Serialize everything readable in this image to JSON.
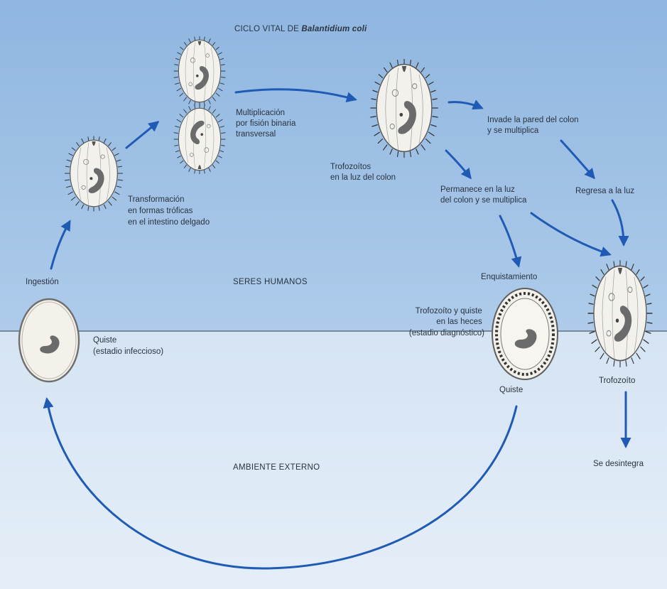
{
  "title": {
    "prefix": "CICLO VITAL DE ",
    "organism": "Balantidium coli"
  },
  "zones": {
    "human": "SERES HUMANOS",
    "external": "AMBIENTE EXTERNO"
  },
  "labels": {
    "ingestion": "Ingestión",
    "cyst_infective": [
      "Quiste",
      "(estadio infeccioso)"
    ],
    "transformation": [
      "Transformación",
      "en formas tróficas",
      "en el intestino delgado"
    ],
    "multiplication": [
      "Multiplicación",
      "por fisión binaria",
      "transversal"
    ],
    "trophozoites_lumen": [
      "Trofozoítos",
      "en la luz del colon"
    ],
    "invades_wall": [
      "Invade la pared del colon",
      "y se multiplica"
    ],
    "remains_lumen": [
      "Permanece en la luz",
      "del colon y se multiplica"
    ],
    "returns_lumen": "Regresa a la luz",
    "encystment": "Enquistamiento",
    "feces": [
      "Trofozoíto y quiste",
      "en las heces",
      "(estadio diagnóstico)"
    ],
    "cyst": "Quiste",
    "trophozoite": "Trofozoíto",
    "disintegrates": "Se desintegra"
  },
  "colors": {
    "upper_bg": "#9ec0e4",
    "lower_bg": "#dde9f5",
    "arrow": "#1f5bb5",
    "text": "#2a3340",
    "nucleus": "#6b6b6b",
    "cell_fill": "#f3f1ec"
  }
}
